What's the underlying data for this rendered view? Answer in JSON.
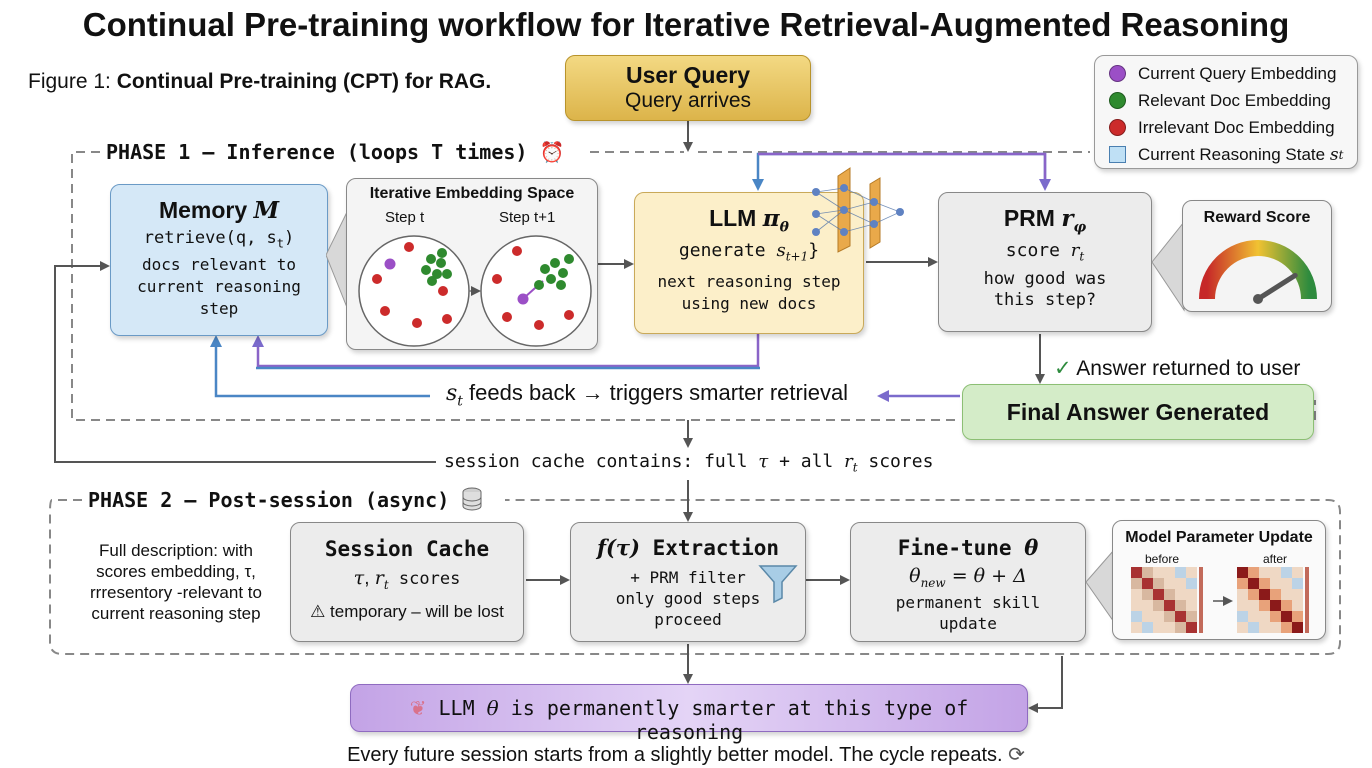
{
  "main_title": "Continual Pre-training workflow for Iterative Retrieval-Augmented Reasoning",
  "figure_caption": {
    "prefix": "Figure 1: ",
    "text": "Continual Pre-training (CPT) for RAG."
  },
  "user_query": {
    "title": "User Query",
    "subtitle": "Query arrives"
  },
  "legend": {
    "items": [
      {
        "label": "Current Query Embedding",
        "color": "#9b4fc6"
      },
      {
        "label": "Relevant Doc Embedding",
        "color": "#2f8a2f"
      },
      {
        "label": "Irrelevant Doc Embedding",
        "color": "#cc2b2b"
      },
      {
        "label": "Current Reasoning State",
        "math": "s",
        "sub": "t",
        "color": "#bfe0f5"
      }
    ]
  },
  "phase1": {
    "label": "PHASE 1 – Inference (loops T times)",
    "icon": "alarm-clock-icon"
  },
  "memory": {
    "title": "Memory",
    "symbol": "M",
    "call_prefix": "retrieve(q, s",
    "call_sub": "t",
    "call_suffix": ")",
    "desc": [
      "docs relevant to",
      "current reasoning",
      "step"
    ]
  },
  "embedding_space": {
    "title": "Iterative Embedding Space",
    "step_a": "Step t",
    "step_b": "Step t+1"
  },
  "llm": {
    "title": "LLM",
    "symbol": "π",
    "sub": "θ",
    "gen_prefix": "generate ",
    "gen_math": "s",
    "gen_sub": "t+1",
    "gen_suffix": "}",
    "desc": [
      "next reasoning step",
      "using new docs"
    ]
  },
  "prm": {
    "title": "PRM",
    "symbol": "r",
    "sub": "φ",
    "score_prefix": "score ",
    "score_math": "r",
    "score_sub": "t",
    "desc": [
      "how good was",
      "this step?"
    ]
  },
  "reward": {
    "title": "Reward Score",
    "gauge_level": 0.82
  },
  "answer_returned": {
    "check": "✓",
    "text": "Answer returned to user"
  },
  "final_answer": {
    "text": "Final Answer Generated"
  },
  "feedback": {
    "math": "s",
    "sub": "t",
    "text": " feeds back → triggers smarter retrieval"
  },
  "session_cache_note": {
    "prefix": "session cache contains: full ",
    "tau": "τ",
    "mid": " + all ",
    "r": "r",
    "sub": "t",
    "suffix": " scores"
  },
  "phase2": {
    "label": "PHASE 2 – Post-session (async)",
    "icon": "database-icon"
  },
  "full_description": [
    "Full description: with",
    "scores embedding, τ,",
    "rrresentory -relevant to",
    "current reasoning step"
  ],
  "session_cache": {
    "title": "Session Cache",
    "tau": "τ",
    "sep": ", ",
    "r": "r",
    "sub": "t",
    "suffix": " scores",
    "warning_icon": "⚠",
    "warning": " temporary – will be lost"
  },
  "extraction": {
    "func": "f(τ)",
    "title": " Extraction",
    "line1": "+ PRM filter",
    "line2": "only good steps",
    "line3": "proceed"
  },
  "finetune": {
    "title": "Fine-tune ",
    "theta": "θ",
    "eq": "θ",
    "eq_sub": "new",
    "eq_rest": " = θ + Δ",
    "line1": "permanent skill",
    "line2": "update"
  },
  "param_update": {
    "title": "Model Parameter Update",
    "before": "before",
    "after": "after"
  },
  "result": {
    "icon": "brain-icon",
    "prefix": "LLM ",
    "theta": "θ",
    "text": " is permanently smarter at this type of reasoning"
  },
  "footer": {
    "text": "Every future session starts from a slightly better model. The cycle repeats.",
    "icon": "refresh-icon"
  }
}
